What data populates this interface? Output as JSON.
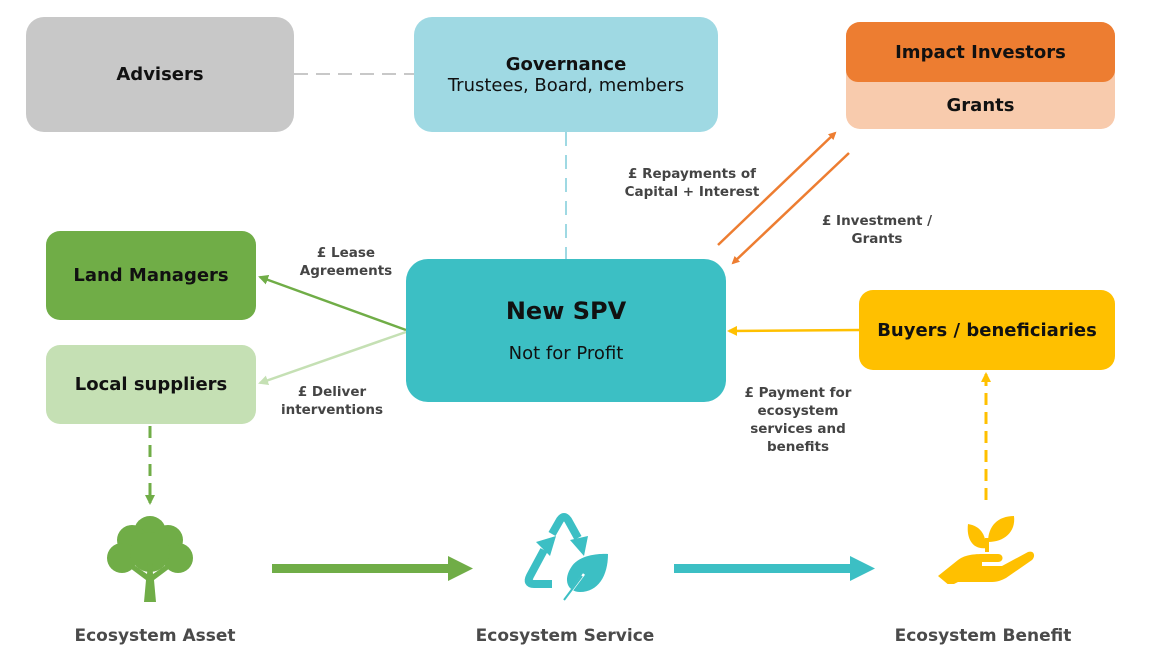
{
  "boxes": {
    "advisers": {
      "title": "Advisers"
    },
    "governance": {
      "title": "Governance",
      "subtitle": "Trustees, Board, members"
    },
    "impact_investors": {
      "title": "Impact Investors",
      "subtitle": "Grants"
    },
    "land_managers": {
      "title": "Land Managers"
    },
    "local_suppliers": {
      "title": "Local suppliers"
    },
    "spv": {
      "title": "New SPV",
      "subtitle": "Not for Profit"
    },
    "buyers": {
      "title": "Buyers / beneficiaries"
    }
  },
  "flow_labels": {
    "repayments": [
      "£ Repayments of",
      "Capital + Interest"
    ],
    "investment": [
      "£ Investment /",
      "Grants"
    ],
    "lease": [
      "£ Lease",
      "Agreements"
    ],
    "deliver": [
      "£ Deliver",
      "interventions"
    ],
    "payment": [
      "£ Payment for",
      "ecosystem",
      "services and",
      "benefits"
    ]
  },
  "captions": {
    "asset": "Ecosystem Asset",
    "service": "Ecosystem Service",
    "benefit": "Ecosystem Benefit"
  },
  "icons": {
    "asset": "tree-icon",
    "service": "recycle-leaf-icon",
    "benefit": "hand-plant-icon"
  },
  "colors": {
    "advisers": "#c8c8c8",
    "governance": "#9fd9e3",
    "impact_investors": "#ed7d31",
    "grants": "#f8cbad",
    "land_managers": "#70ad47",
    "local_suppliers": "#c5e0b4",
    "spv": "#3cbfc4",
    "buyers": "#ffc000"
  }
}
